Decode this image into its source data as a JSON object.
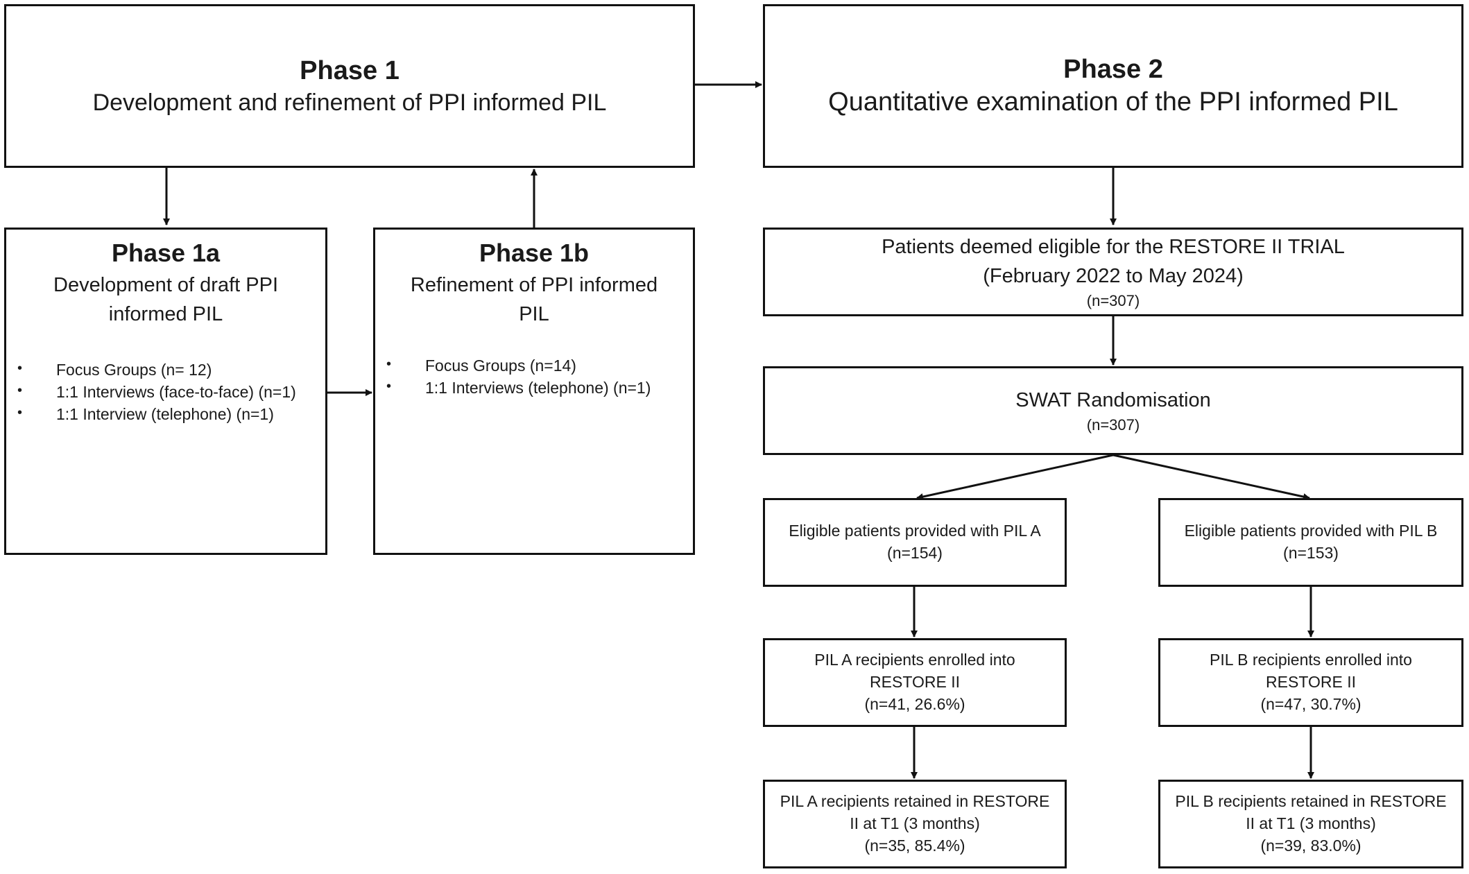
{
  "phase1": {
    "title": "Phase 1",
    "subtitle": "Development and refinement of PPI informed PIL"
  },
  "phase2": {
    "title": "Phase 2",
    "subtitle": "Quantitative examination of the PPI informed PIL"
  },
  "phase1a": {
    "title": "Phase 1a",
    "desc_lines": [
      "Development of draft PPI",
      "informed PIL"
    ],
    "items": [
      "Focus Groups (n= 12)",
      "1:1 Interviews (face-to-face) (n=1)",
      "1:1 Interview (telephone) (n=1)"
    ]
  },
  "phase1b": {
    "title": "Phase 1b",
    "desc_lines": [
      "Refinement of PPI informed",
      "PIL"
    ],
    "items": [
      "Focus Groups (n=14)",
      "1:1 Interviews (telephone) (n=1)"
    ]
  },
  "eligible": {
    "line1": "Patients deemed eligible for the RESTORE II TRIAL",
    "line2": "(February 2022 to May 2024)",
    "n": "(n=307)"
  },
  "swat": {
    "line1": "SWAT Randomisation",
    "n": "(n=307)"
  },
  "pilA": {
    "provided": [
      "Eligible patients provided with PIL A",
      "(n=154)"
    ],
    "enrolled": [
      "PIL A recipients enrolled into",
      "RESTORE II",
      "(n=41, 26.6%)"
    ],
    "retained": [
      "PIL A recipients retained in RESTORE",
      "II at T1 (3 months)",
      "(n=35, 85.4%)"
    ]
  },
  "pilB": {
    "provided": [
      "Eligible patients provided with PIL B",
      "(n=153)"
    ],
    "enrolled": [
      "PIL B recipients enrolled into",
      "RESTORE II",
      "(n=47, 30.7%)"
    ],
    "retained": [
      "PIL B recipients retained in RESTORE",
      "II at T1 (3 months)",
      "(n=39, 83.0%)"
    ]
  }
}
